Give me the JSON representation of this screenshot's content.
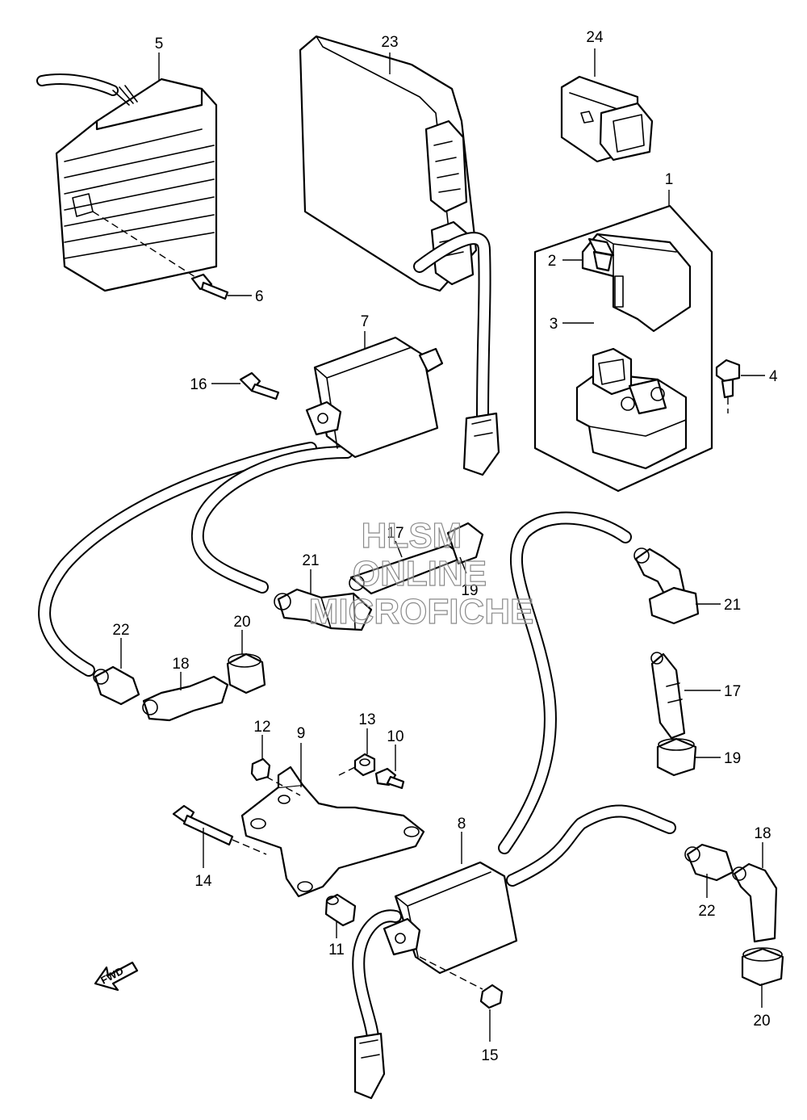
{
  "callouts": {
    "c1": "1",
    "c2": "2",
    "c3": "3",
    "c4": "4",
    "c5": "5",
    "c6": "6",
    "c7": "7",
    "c8": "8",
    "c9": "9",
    "c10": "10",
    "c11": "11",
    "c12": "12",
    "c13": "13",
    "c14": "14",
    "c15": "15",
    "c16": "16",
    "c17a": "17",
    "c17b": "17",
    "c18a": "18",
    "c18b": "18",
    "c19a": "19",
    "c19b": "19",
    "c20a": "20",
    "c20b": "20",
    "c21a": "21",
    "c21b": "21",
    "c22a": "22",
    "c22b": "22",
    "c23": "23",
    "c24": "24"
  },
  "watermark": {
    "line1": "HLSM",
    "line2": "ONLINE",
    "line3": "MICROFICHE"
  },
  "direction_arrow": {
    "label": "FWD",
    "icon": "fwd-arrow-icon"
  }
}
